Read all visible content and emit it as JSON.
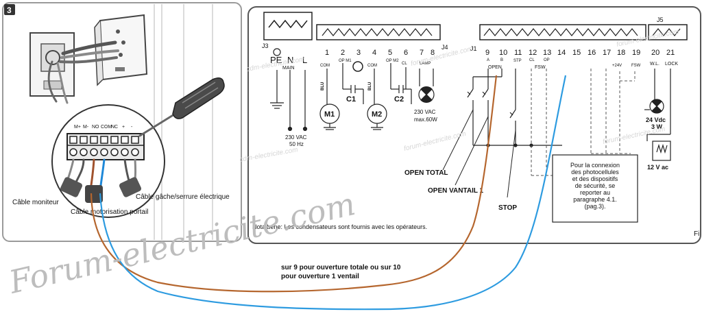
{
  "left_panel": {
    "figure_number": "3",
    "terminal_labels": [
      "M+",
      "M-",
      "NO",
      "COM",
      "NC",
      "+",
      "-"
    ],
    "label_moniteur": "Câble moniteur",
    "label_gache": "Câble gâche/serrure électrique",
    "label_motorisation": "Câble motorisation portail"
  },
  "schematic": {
    "block_j3": "J3",
    "block_j4": "J4",
    "block_j1": "J1",
    "block_j5": "J5",
    "j3_terminals": [
      "PE",
      "N",
      "L"
    ],
    "main_label": "MAIN",
    "power_label": [
      "230 VAC",
      "50 Hz"
    ],
    "j4_numbers": [
      "1",
      "2",
      "3",
      "4",
      "5",
      "6",
      "7",
      "8"
    ],
    "j4_sub": [
      "COM",
      "OP M1",
      "",
      "COM",
      "OP M2",
      "CL",
      "LAMP"
    ],
    "j1_numbers": [
      "9",
      "10",
      "11",
      "12",
      "13",
      "14",
      "15",
      "16",
      "17",
      "18",
      "19"
    ],
    "j1_sub": [
      "A",
      "B",
      "STP",
      "CL",
      "OP",
      "",
      "",
      "",
      "",
      "+24V",
      "FSW"
    ],
    "j1_open": "OPEN",
    "j5_numbers": [
      "20",
      "21"
    ],
    "j5_sub": [
      "W.L.",
      "LOCK"
    ],
    "fsw_label": "FSW",
    "blu": "BLU",
    "motor1": "M1",
    "motor2": "M2",
    "cap1": "C1",
    "cap2": "C2",
    "lamp_label": [
      "230 VAC",
      "max.60W"
    ],
    "warning_lamp": [
      "24 Vdc",
      "3 W"
    ],
    "lock_label": "12 V ac",
    "open_total": "OPEN TOTAL",
    "open_vantail": "OPEN VANTAIL 1",
    "stop": "STOP",
    "note_box": [
      "Pour la connexion",
      "des photocellules",
      "et des dispositifs",
      "de sécurité, se",
      "reporter au",
      "paragraphe 4.1.",
      "(pag.3)."
    ],
    "nota": "Nota bene: Les condensateurs sont fournis avec les opérateurs.",
    "page_letter": "Fi"
  },
  "annotation": [
    "sur 9 pour ouverture totale ou sur 10",
    "pour ouverture 1 ventail"
  ],
  "watermark_main": "Forum-electricite.com",
  "watermark_small": [
    "cdm-electricite.com",
    "forum-electricite.com",
    "forum-electricite.com",
    "cdm-electricite.com",
    "forum-electricite.com",
    "forum-electricite.com"
  ],
  "colors": {
    "brown_wire": "#b5662e",
    "blue_wire": "#2d9be0",
    "frame": "#8a8a8a"
  }
}
